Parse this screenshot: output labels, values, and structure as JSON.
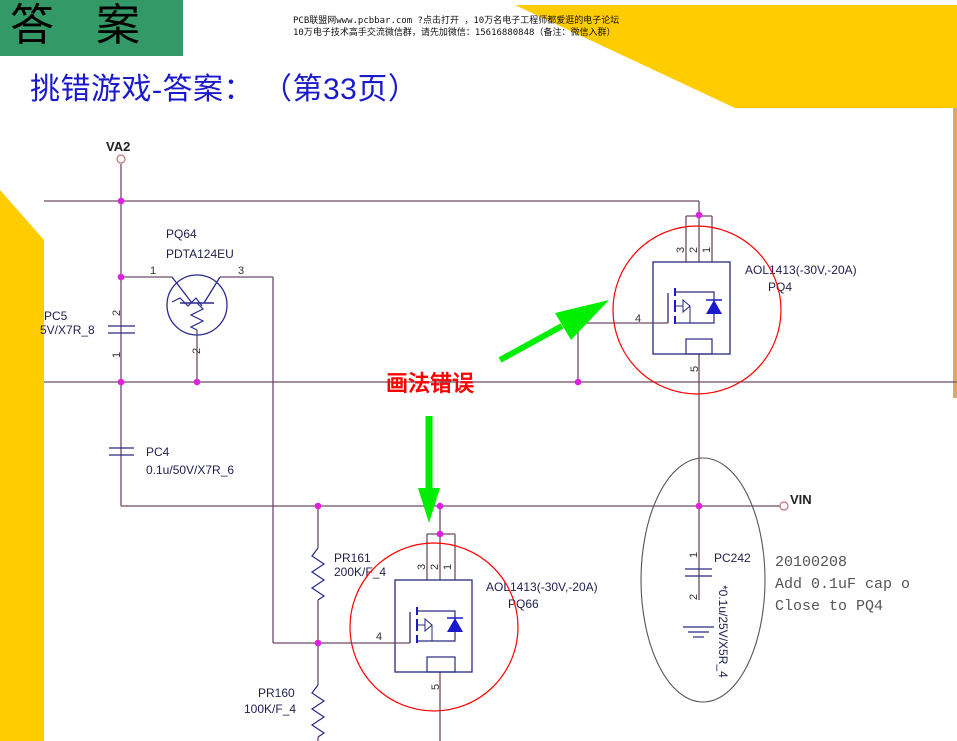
{
  "header": {
    "answer_char_1": "答",
    "answer_char_2": "案",
    "note_line_1": "PCB联盟网www.pcbbar.com ?点击打开 ，10万名电子工程师都爱逛的电子论坛",
    "note_line_2": "10万电子技术高手交流微信群，请先加微信：15616880848（备注：微信入群）",
    "title_prefix": "挑错游戏-答案：  （第",
    "title_page": "33",
    "title_suffix": "页）"
  },
  "colors": {
    "answer_box": "#339966",
    "accent_yellow": "#ffcc00",
    "title_blue": "#1a1acc",
    "wire": "#6e4a66",
    "junction": "#e020e0",
    "component": "#2a2a80",
    "highlight_circle": "#ff0000",
    "arrow": "#00ee00",
    "error_text": "#ff0000"
  },
  "schematic": {
    "nets": {
      "va2": "VA2",
      "vin": "VIN"
    },
    "pq64": {
      "ref": "PQ64",
      "part": "PDTA124EU",
      "pin1": "1",
      "pin2": "2",
      "pin3": "3"
    },
    "pc5": {
      "ref": "PC5",
      "value": "5V/X7R_8",
      "pin1": "1",
      "pin2": "2"
    },
    "pc4": {
      "ref": "PC4",
      "value": "0.1u/50V/X7R_6"
    },
    "pq4": {
      "part": "AOL1413(-30V,-20A)",
      "ref": "PQ4",
      "pin1": "1",
      "pin2": "2",
      "pin3": "3",
      "pin4": "4",
      "pin5": "5"
    },
    "pq66": {
      "part": "AOL1413(-30V,-20A)",
      "ref": "PQ66",
      "pin1": "1",
      "pin2": "2",
      "pin3": "3",
      "pin4": "4",
      "pin5": "5"
    },
    "pr161": {
      "ref": "PR161",
      "value": "200K/F_4"
    },
    "pr160": {
      "ref": "PR160",
      "value": "100K/F_4"
    },
    "pc242": {
      "ref": "PC242",
      "value": "*0.1u/25V/X5R_4",
      "pin1": "1",
      "pin2": "2"
    },
    "revision_note": {
      "line_1": "20100208",
      "line_2": "Add 0.1uF cap o",
      "line_3": "Close to PQ4"
    }
  },
  "annotation": {
    "error_label": "画法错误"
  }
}
